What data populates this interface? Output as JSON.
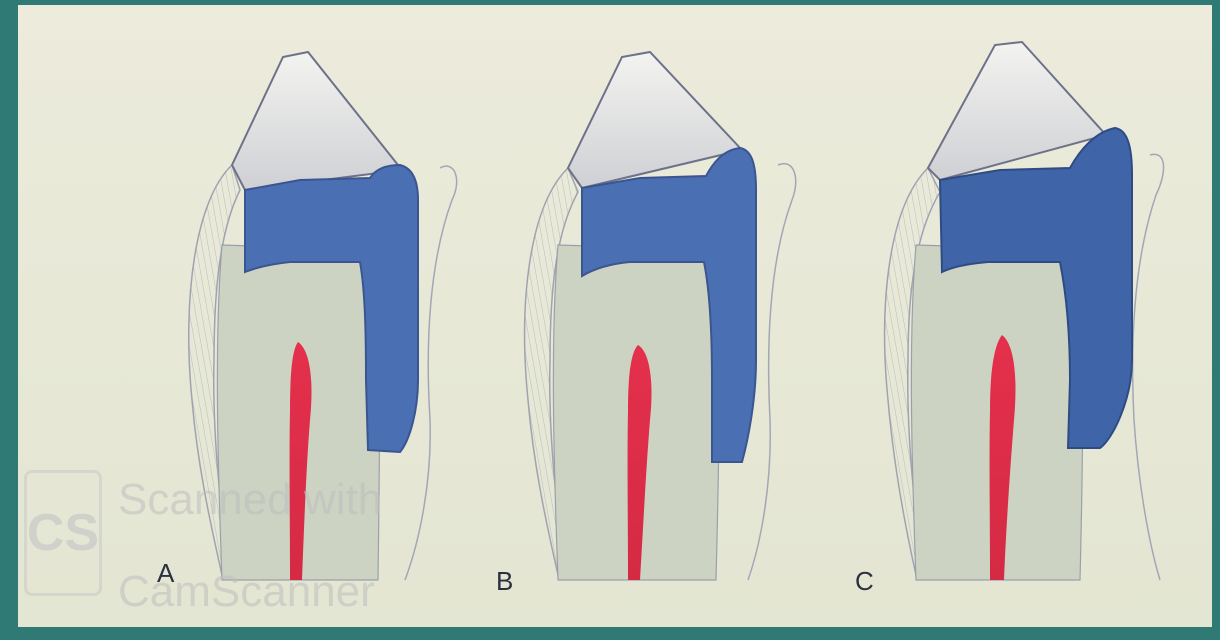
{
  "labels": {
    "a": "A",
    "b": "B",
    "c": "C"
  },
  "watermark": {
    "logo": "CS",
    "line1": "Scanned with",
    "line2": "CamScanner"
  },
  "colors": {
    "background": "#2f7a74",
    "paper": "#e9e9d8",
    "restoration": "#4a6fb5",
    "pulp": "#dd3150",
    "dentin": "#cfd4c4"
  }
}
